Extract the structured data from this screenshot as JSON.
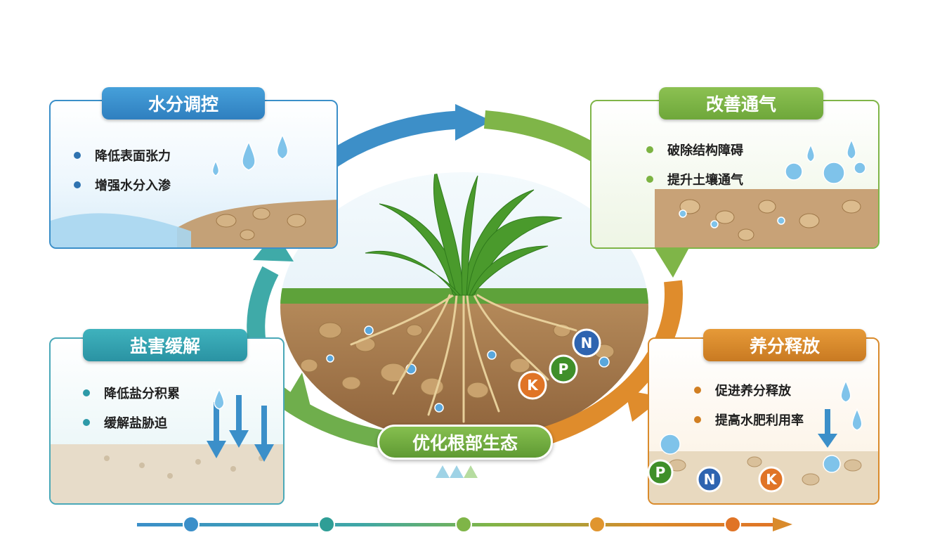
{
  "panels": {
    "water": {
      "title": "水分调控",
      "items": [
        "降低表面张力",
        "增强水分入渗"
      ]
    },
    "aeration": {
      "title": "改善通气",
      "items": [
        "破除结构障碍",
        "提升土壤通气"
      ]
    },
    "salt": {
      "title": "盐害缓解",
      "items": [
        "降低盐分积累",
        "缓解盐胁迫"
      ]
    },
    "nutrient": {
      "title": "养分释放",
      "items": [
        "促进养分释放",
        "提高水肥利用率"
      ]
    }
  },
  "center": {
    "label": "优化根部生态"
  },
  "nutrient_badges": [
    "N",
    "P",
    "K"
  ],
  "colors": {
    "water": "#3b8fc9",
    "aeration": "#7fb548",
    "salt": "#3fa7b5",
    "nutrient": "#d98a2b",
    "center": "#6ea73a",
    "nitrogen": "#2e64b0",
    "phosphorus": "#3f8f2a",
    "potassium": "#e07426"
  },
  "icons": [
    "water-drop-icon",
    "down-arrow-icon",
    "cycle-arrow-icon",
    "plant-icon"
  ]
}
